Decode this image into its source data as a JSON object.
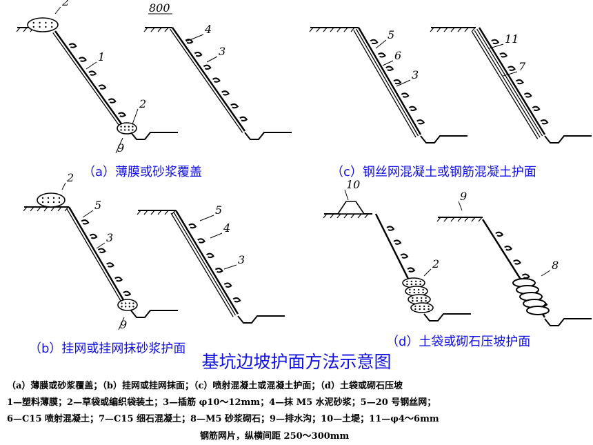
{
  "captions": {
    "a": "（a）薄膜或砂浆覆盖",
    "b": "（b）挂网或挂网抹砂浆护面",
    "c": "（c）钢丝网混凝土或钢筋混凝土护面",
    "d": "（d）土袋或砌石压坡护面"
  },
  "title": "基坑边坡护面方法示意图",
  "legend": [
    "（a）薄膜或砂浆覆盖；（b）挂网或挂网抹面；（c）喷射混凝土或混凝土护面；（d）土袋或砌石压坡",
    "1—塑料薄膜；2—草袋或编织袋装土；3—插筋 φ10～12mm；4—抹 M5 水泥砂浆；5—20 号钢丝网；",
    "6—C15 喷射混凝土；7—C15 细石混凝土；8—M5 砂浆砌石；9—排水沟；10—土堤；11—φ4～6mm",
    "钢筋网片，纵横间距 250～300mm"
  ],
  "labels": {
    "dim": "800",
    "n1": "1",
    "n2": "2",
    "n3": "3",
    "n4": "4",
    "n5": "5",
    "n6": "6",
    "n7": "7",
    "n8": "8",
    "n9": "9",
    "n10": "10",
    "n11": "11"
  },
  "colors": {
    "caption": "#1010e0",
    "line": "#000000"
  }
}
